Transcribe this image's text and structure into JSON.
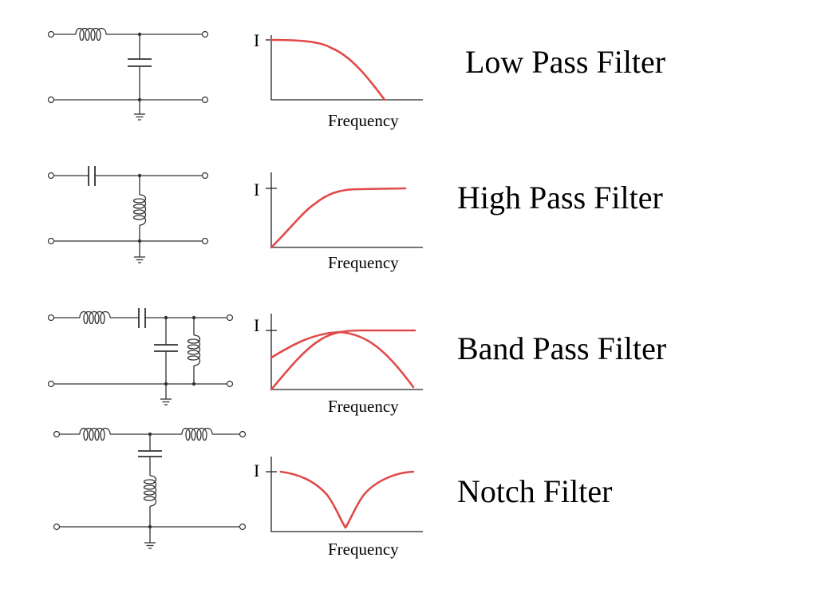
{
  "colors": {
    "curve": "#e04a4a",
    "ink": "#333333"
  },
  "filters": [
    {
      "id": "low-pass",
      "title": "Low Pass Filter",
      "y_label": "I",
      "x_label": "Frequency"
    },
    {
      "id": "high-pass",
      "title": "High Pass Filter",
      "y_label": "I",
      "x_label": "Frequency"
    },
    {
      "id": "band-pass",
      "title": "Band Pass Filter",
      "y_label": "I",
      "x_label": "Frequency"
    },
    {
      "id": "notch",
      "title": "Notch Filter",
      "y_label": "I",
      "x_label": "Frequency"
    }
  ]
}
